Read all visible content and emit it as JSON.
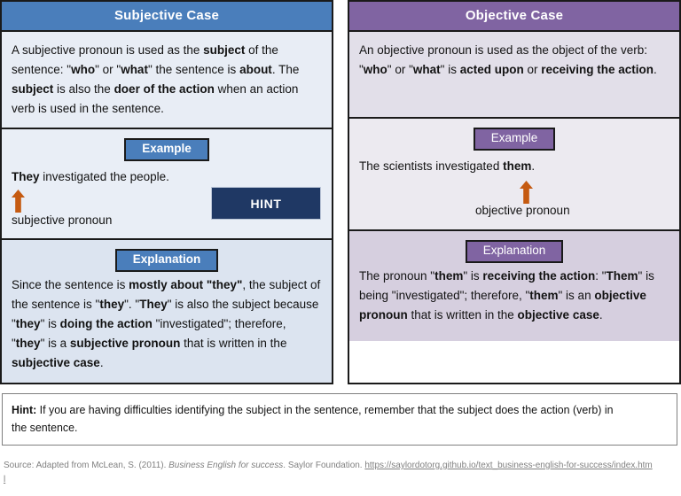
{
  "colors": {
    "subjective_accent": "#4A7EBB",
    "objective_accent": "#8064A2",
    "arrow": "#C55A11",
    "hint_button_bg": "#1F3864",
    "border": "#1A1A1A"
  },
  "subjective": {
    "header": "Subjective Case",
    "definition": {
      "parts": [
        {
          "t": "A subjective pronoun is used as the ",
          "b": false
        },
        {
          "t": "subject",
          "b": true
        },
        {
          "t": " of the sentence: \"",
          "b": false
        },
        {
          "t": "who",
          "b": true
        },
        {
          "t": "\" or \"",
          "b": false
        },
        {
          "t": "what",
          "b": true
        },
        {
          "t": "\" the sentence is ",
          "b": false
        },
        {
          "t": "about",
          "b": true
        },
        {
          "t": ". The ",
          "b": false
        },
        {
          "t": "subject",
          "b": true
        },
        {
          "t": " is also the ",
          "b": false
        },
        {
          "t": "doer of the action",
          "b": true
        },
        {
          "t": " when an action verb is used in the sentence.",
          "b": false
        }
      ]
    },
    "example": {
      "tab_label": "Example",
      "sentence_parts": [
        {
          "t": "They",
          "b": true
        },
        {
          "t": " investigated the people.",
          "b": false
        }
      ],
      "arrow_icon": "up-arrow-icon",
      "caption": "subjective pronoun",
      "hint_button_label": "HINT"
    },
    "explanation": {
      "tab_label": "Explanation",
      "parts": [
        {
          "t": "Since the sentence is ",
          "b": false
        },
        {
          "t": "mostly about \"they\"",
          "b": true
        },
        {
          "t": ", the subject of the sentence is \"",
          "b": false
        },
        {
          "t": "they",
          "b": true
        },
        {
          "t": "\". \"",
          "b": false
        },
        {
          "t": "They",
          "b": true
        },
        {
          "t": "\" is also the subject because \"",
          "b": false
        },
        {
          "t": "they",
          "b": true
        },
        {
          "t": "\" is ",
          "b": false
        },
        {
          "t": "doing the action",
          "b": true
        },
        {
          "t": " \"investigated\"; therefore, \"",
          "b": false
        },
        {
          "t": "they",
          "b": true
        },
        {
          "t": "\" is a ",
          "b": false
        },
        {
          "t": "subjective pronoun",
          "b": true
        },
        {
          "t": " that is written in the ",
          "b": false
        },
        {
          "t": "subjective case",
          "b": true
        },
        {
          "t": ".",
          "b": false
        }
      ]
    }
  },
  "objective": {
    "header": "Objective Case",
    "definition": {
      "parts": [
        {
          "t": "An objective pronoun is used as the object of the verb: \"",
          "b": false
        },
        {
          "t": "who",
          "b": true
        },
        {
          "t": "\" or \"",
          "b": false
        },
        {
          "t": "what",
          "b": true
        },
        {
          "t": "\" is ",
          "b": false
        },
        {
          "t": "acted upon",
          "b": true
        },
        {
          "t": " or ",
          "b": false
        },
        {
          "t": "receiving the action",
          "b": true
        },
        {
          "t": ".",
          "b": false
        }
      ]
    },
    "example": {
      "tab_label": "Example",
      "sentence_parts": [
        {
          "t": "The scientists investigated ",
          "b": false
        },
        {
          "t": "them",
          "b": true
        },
        {
          "t": ".",
          "b": false
        }
      ],
      "arrow_icon": "up-arrow-icon",
      "caption": "objective pronoun"
    },
    "explanation": {
      "tab_label": "Explanation",
      "parts": [
        {
          "t": "The pronoun \"",
          "b": false
        },
        {
          "t": "them",
          "b": true
        },
        {
          "t": "\" is ",
          "b": false
        },
        {
          "t": "receiving the action",
          "b": true
        },
        {
          "t": ": \"",
          "b": false
        },
        {
          "t": "Them",
          "b": true
        },
        {
          "t": "\" is being \"investigated\"; therefore, \"",
          "b": false
        },
        {
          "t": "them",
          "b": true
        },
        {
          "t": "\" is an ",
          "b": false
        },
        {
          "t": "objective pronoun",
          "b": true
        },
        {
          "t": " that is written in the ",
          "b": false
        },
        {
          "t": "objective case",
          "b": true
        },
        {
          "t": ".",
          "b": false
        }
      ]
    }
  },
  "hint_box": {
    "label": "Hint:",
    "text": " If you are having difficulties identifying the subject in the sentence, remember that the subject does the action (verb) in the sentence."
  },
  "source": {
    "prefix": "Source: Adapted from McLean, S. (2011). ",
    "title": "Business English for success",
    "middle": ". Saylor Foundation. ",
    "url": "https://saylordotorg.github.io/text_business-english-for-success/index.html"
  }
}
